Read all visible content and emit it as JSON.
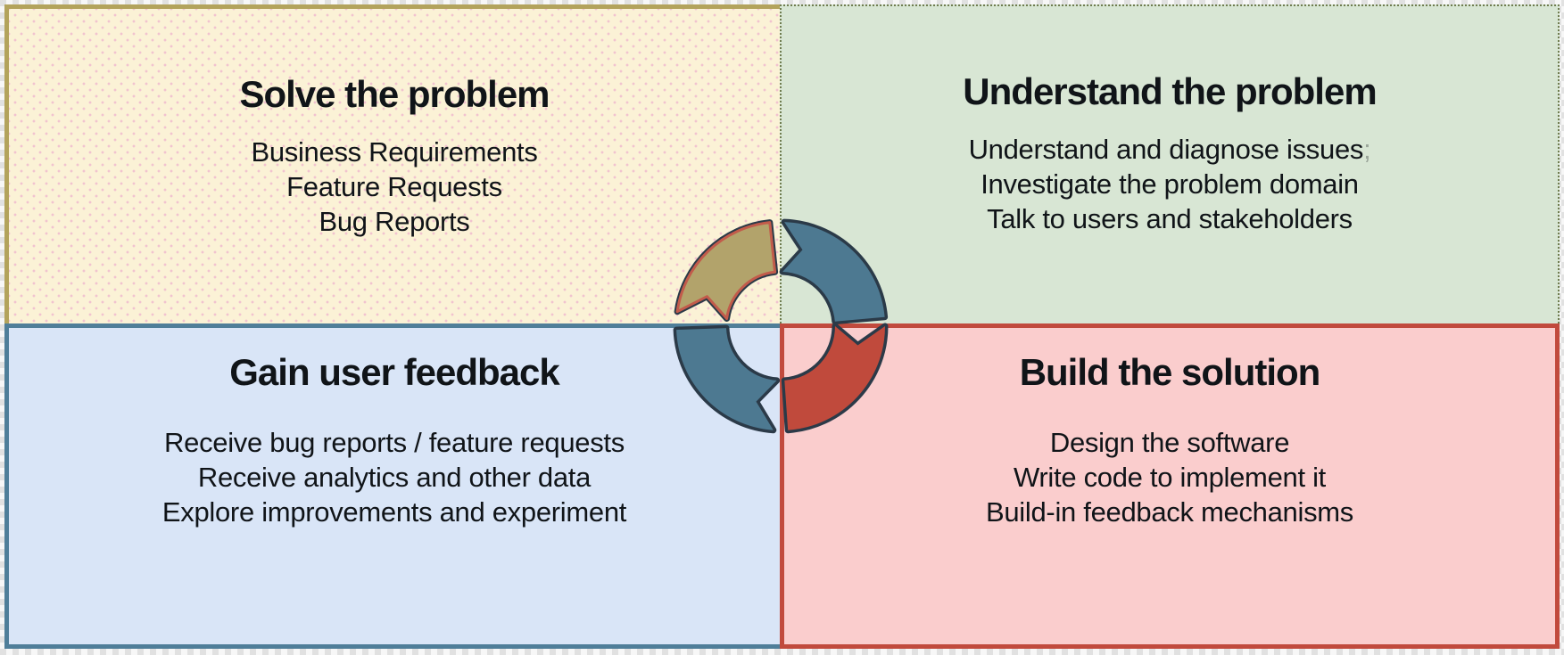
{
  "diagram": {
    "quadrants": [
      {
        "id": "solve-the-problem",
        "title": "Solve the problem",
        "items": [
          "Business Requirements",
          "Feature Requests",
          "Bug Reports"
        ],
        "bg_color": "#FBF2D6",
        "dot_color": "#F1C3CF",
        "border_color": "#B3A35C"
      },
      {
        "id": "understand-the-problem",
        "title": "Understand the problem",
        "items": [
          "Understand and diagnose issues",
          "Investigate the problem domain",
          "Talk to users and stakeholders"
        ],
        "trailing_mark": ";",
        "bg_color": "#D8E6D4",
        "border_color": "#6F7C4F"
      },
      {
        "id": "gain-user-feedback",
        "title": "Gain user feedback",
        "items": [
          "Receive bug reports / feature requests",
          "Receive analytics and other data",
          "Explore improvements and experiment"
        ],
        "bg_color": "#D9E5F7",
        "border_color": "#4F7E99"
      },
      {
        "id": "build-the-solution",
        "title": "Build the solution",
        "items": [
          "Design the software",
          "Write code to implement it",
          "Build-in feedback mechanisms"
        ],
        "bg_color": "#FACDCD",
        "border_color": "#C14A3D"
      }
    ],
    "cycle": {
      "direction": "clockwise",
      "outline_color": "#2B3A48",
      "geometry": {
        "outer_radius": 117,
        "inner_radius": 61,
        "tail_flare_deg": 4,
        "notch_deg": 10,
        "outline_width": 7,
        "inner_stroke_width": 3
      },
      "arrows": [
        {
          "name": "cycle-arrow-top-left",
          "fill": "#B2A36B",
          "inner_stroke": "#C25B4B",
          "tail_deg": 282,
          "head_deg": 354
        },
        {
          "name": "cycle-arrow-top-right",
          "fill": "#4D7991",
          "tail_deg": 6,
          "head_deg": 85
        },
        {
          "name": "cycle-arrow-bottom-right",
          "fill": "#C04A3C",
          "tail_deg": 94,
          "head_deg": 176
        },
        {
          "name": "cycle-arrow-bottom-left",
          "fill": "#4D7991",
          "tail_deg": 188,
          "head_deg": 268
        }
      ]
    }
  }
}
